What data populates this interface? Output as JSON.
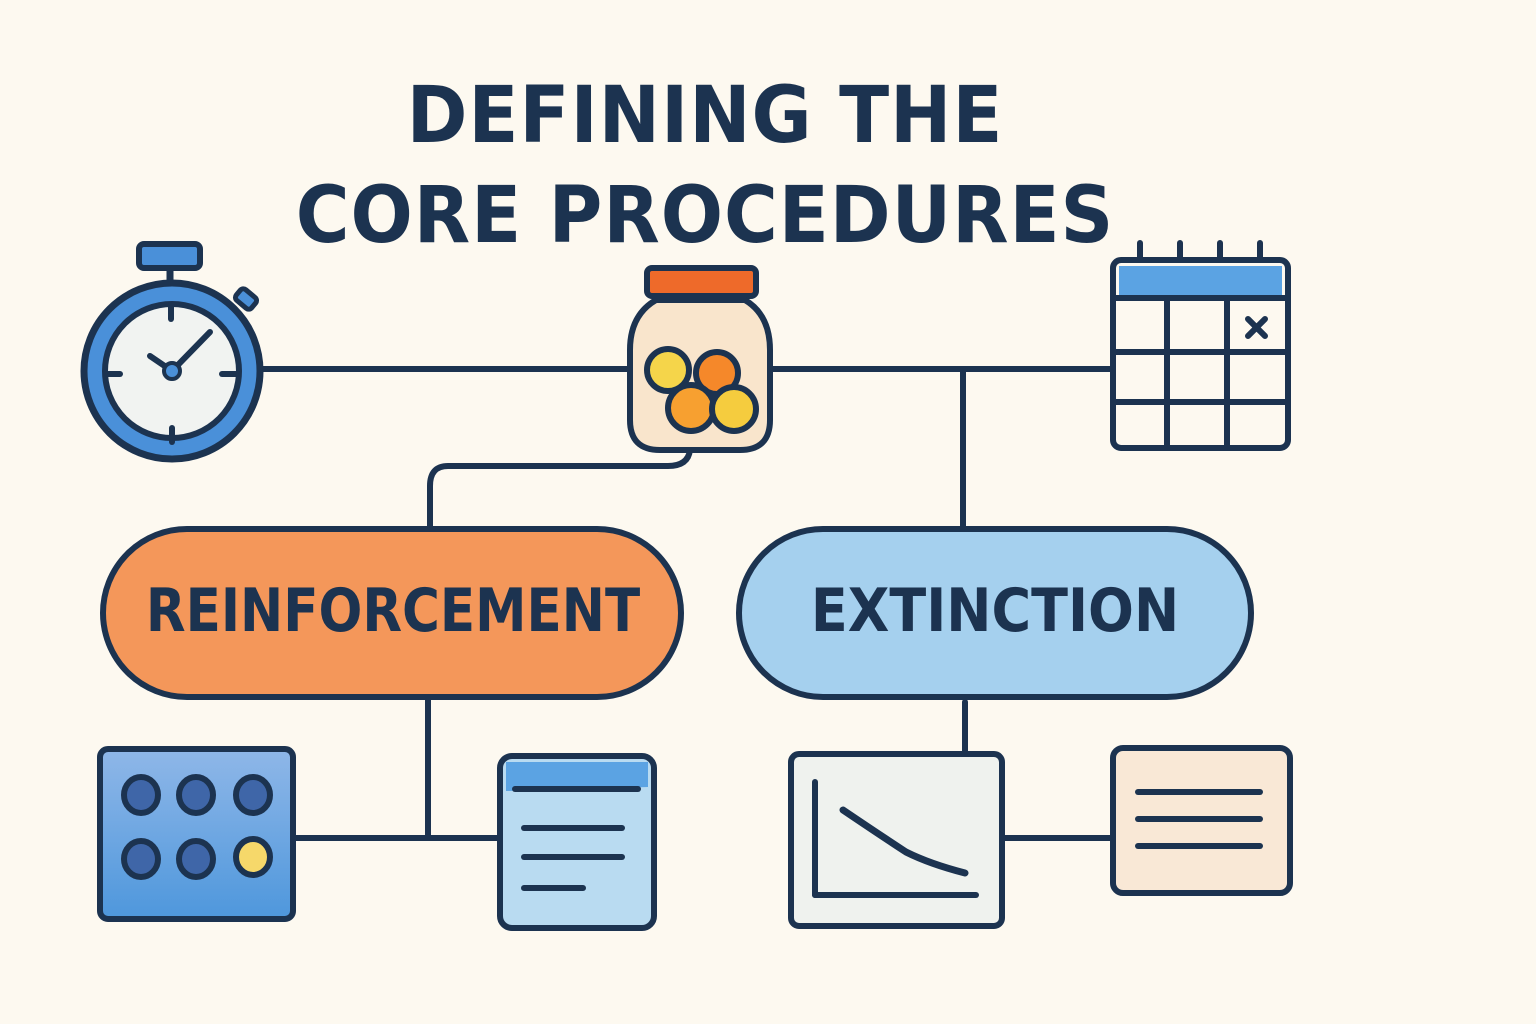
{
  "title": {
    "line1": "DEFINING THE",
    "line2": "CORE PROCEDURES"
  },
  "nodes": {
    "reinforcement": {
      "label": "REINFORCEMENT",
      "fill": "#f4975a"
    },
    "extinction": {
      "label": "EXTINCTION",
      "fill": "#a5d0ee"
    }
  },
  "icons": [
    {
      "name": "stopwatch-icon",
      "position": "top-left"
    },
    {
      "name": "token-jar-icon",
      "position": "top-center"
    },
    {
      "name": "calendar-icon",
      "position": "top-right"
    },
    {
      "name": "token-board-icon",
      "position": "bottom-left",
      "tokens_filled": 5,
      "tokens_highlighted": 1
    },
    {
      "name": "document-list-icon",
      "position": "bottom-center-left"
    },
    {
      "name": "declining-graph-icon",
      "position": "bottom-center-right"
    },
    {
      "name": "notes-card-icon",
      "position": "bottom-right"
    }
  ],
  "colors": {
    "background": "#fdf9f0",
    "ink": "#1c3350",
    "orange": "#f4975a",
    "light_blue": "#a5d0ee",
    "blue": "#4a90d9",
    "jar_lid": "#ee6a2a",
    "coin_yellow": "#f5d54a",
    "coin_orange": "#f7a030"
  }
}
